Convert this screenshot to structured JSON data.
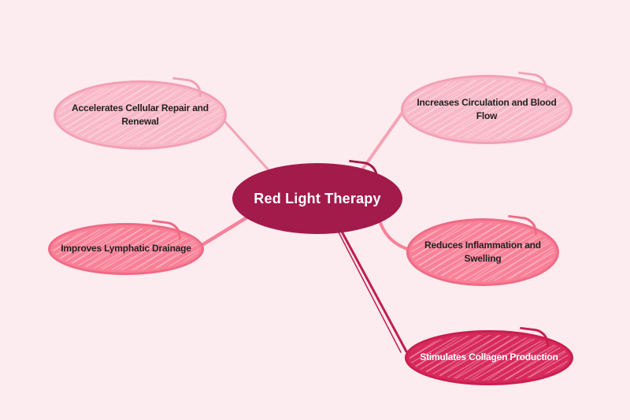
{
  "diagram": {
    "type": "mindmap",
    "background": "#fcebef",
    "center": {
      "label": "Red Light Therapy",
      "fill": "#a31b4a",
      "outline": "#a31b4a",
      "text_color": "#ffffff"
    },
    "branches": [
      {
        "id": "accelerates-cellular-repair",
        "position": "top-left",
        "label": "Accelerates Cellular Repair and Renewal",
        "fill": "#f9b8c7",
        "outline": "#f2a0b5",
        "text_color": "#222222"
      },
      {
        "id": "increases-circulation",
        "position": "top-right",
        "label": "Increases Circulation and Blood Flow",
        "fill": "#f9b8c7",
        "outline": "#f2a0b5",
        "text_color": "#222222"
      },
      {
        "id": "improves-lymphatic-drainage",
        "position": "middle-left",
        "label": "Improves Lymphatic Drainage",
        "fill": "#f88097",
        "outline": "#ef6a85",
        "text_color": "#222222"
      },
      {
        "id": "reduces-inflammation",
        "position": "middle-right",
        "label": "Reduces Inflammation and Swelling",
        "fill": "#f88097",
        "outline": "#ef6a85",
        "text_color": "#222222"
      },
      {
        "id": "stimulates-collagen",
        "position": "bottom-right",
        "label": "Stimulates Collagen Production",
        "fill": "#d8295b",
        "outline": "#c91e4f",
        "text_color": "#ffffff"
      }
    ],
    "edges": [
      {
        "from": "center",
        "to": "accelerates-cellular-repair",
        "color": "#f4a4b5"
      },
      {
        "from": "center",
        "to": "increases-circulation",
        "color": "#f4a4b5"
      },
      {
        "from": "center",
        "to": "improves-lymphatic-drainage",
        "color": "#f88097"
      },
      {
        "from": "center",
        "to": "reduces-inflammation",
        "color": "#f88097"
      },
      {
        "from": "center",
        "to": "stimulates-collagen",
        "color": "#c01d4f"
      }
    ]
  }
}
